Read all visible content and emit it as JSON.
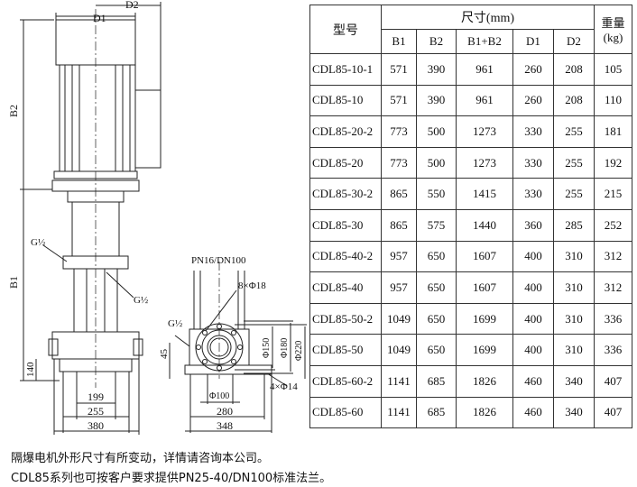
{
  "table": {
    "header_model": "型号",
    "header_dims": "尺寸(mm)",
    "header_weight_1": "重量",
    "header_weight_2": "(kg)",
    "columns": [
      "B1",
      "B2",
      "B1+B2",
      "D1",
      "D2"
    ],
    "rows": [
      {
        "model": "CDL85-10-1",
        "b1": "571",
        "b2": "390",
        "b1b2": "961",
        "d1": "260",
        "d2": "208",
        "kg": "105"
      },
      {
        "model": "CDL85-10",
        "b1": "571",
        "b2": "390",
        "b1b2": "961",
        "d1": "260",
        "d2": "208",
        "kg": "110"
      },
      {
        "model": "CDL85-20-2",
        "b1": "773",
        "b2": "500",
        "b1b2": "1273",
        "d1": "330",
        "d2": "255",
        "kg": "181"
      },
      {
        "model": "CDL85-20",
        "b1": "773",
        "b2": "500",
        "b1b2": "1273",
        "d1": "330",
        "d2": "255",
        "kg": "192"
      },
      {
        "model": "CDL85-30-2",
        "b1": "865",
        "b2": "550",
        "b1b2": "1415",
        "d1": "330",
        "d2": "255",
        "kg": "215"
      },
      {
        "model": "CDL85-30",
        "b1": "865",
        "b2": "575",
        "b1b2": "1440",
        "d1": "360",
        "d2": "285",
        "kg": "252"
      },
      {
        "model": "CDL85-40-2",
        "b1": "957",
        "b2": "650",
        "b1b2": "1607",
        "d1": "400",
        "d2": "310",
        "kg": "312"
      },
      {
        "model": "CDL85-40",
        "b1": "957",
        "b2": "650",
        "b1b2": "1607",
        "d1": "400",
        "d2": "310",
        "kg": "312"
      },
      {
        "model": "CDL85-50-2",
        "b1": "1049",
        "b2": "650",
        "b1b2": "1699",
        "d1": "400",
        "d2": "310",
        "kg": "336"
      },
      {
        "model": "CDL85-50",
        "b1": "1049",
        "b2": "650",
        "b1b2": "1699",
        "d1": "400",
        "d2": "310",
        "kg": "336"
      },
      {
        "model": "CDL85-60-2",
        "b1": "1141",
        "b2": "685",
        "b1b2": "1826",
        "d1": "460",
        "d2": "340",
        "kg": "407"
      },
      {
        "model": "CDL85-60",
        "b1": "1141",
        "b2": "685",
        "b1b2": "1826",
        "d1": "460",
        "d2": "340",
        "kg": "407"
      }
    ]
  },
  "drawing": {
    "d1": "D1",
    "d2": "D2",
    "b1": "B1",
    "b2": "B2",
    "g_upper": "G½",
    "g_side": "G½",
    "g_right": "G½",
    "dim_140": "140",
    "dim_199": "199",
    "dim_255": "255",
    "dim_380": "380",
    "flange_spec": "PN16/DN100",
    "bolt_holes": "8×Φ18",
    "foot_holes": "4×Φ14",
    "phi150": "Φ150",
    "phi180": "Φ180",
    "phi220": "Φ220",
    "phi100": "Φ100",
    "dim_280": "280",
    "dim_348": "348",
    "dim_45": "45"
  },
  "notes": [
    "隔爆电机外形尺寸有所变动，详情请咨询本公司。",
    "CDL85系列也可按客户要求提供PN25-40/DN100标准法兰。"
  ]
}
